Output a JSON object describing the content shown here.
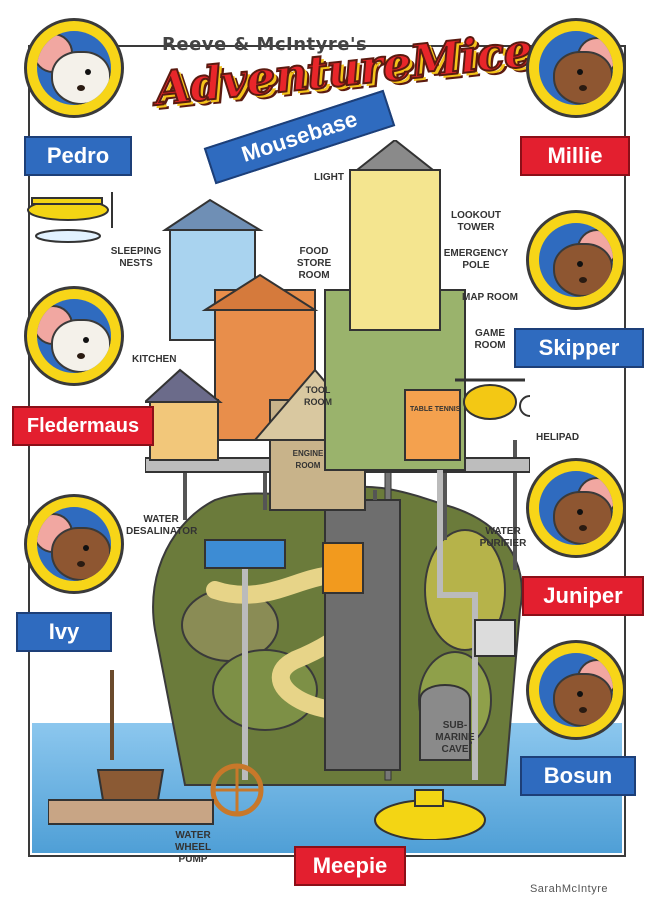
{
  "header": {
    "byline": "Reeve & McIntyre's",
    "title": "AdventureMice",
    "subtitle": "Mousebase"
  },
  "characters": [
    {
      "name": "Pedro"
    },
    {
      "name": "Millie"
    },
    {
      "name": "Skipper"
    },
    {
      "name": "Fledermaus"
    },
    {
      "name": "Juniper"
    },
    {
      "name": "Ivy"
    },
    {
      "name": "Bosun"
    },
    {
      "name": "Meepie"
    }
  ],
  "rooms": {
    "light": "Light",
    "lookout_tower": "Lookout Tower",
    "sleeping_nests": "Sleeping Nests",
    "food_store_room": "Food Store Room",
    "emergency_pole": "Emergency Pole",
    "map_room": "Map Room",
    "game_room": "Game Room",
    "kitchen": "Kitchen",
    "tool_room": "Tool Room",
    "table_tennis": "Table Tennis",
    "engine_room": "Engine Room",
    "helipad": "Helipad",
    "water_desalinator": "Water Desalinator",
    "water_purifier": "Water Purifier",
    "submarine_cave": "Sub-marine Cave",
    "water_wheel_pump": "Water Wheel Pump"
  },
  "signature": "SarahMcIntyre",
  "colors": {
    "title_red": "#e8262a",
    "title_yellow": "#f4c41a",
    "banner_blue": "#2f6bbf",
    "banner_red": "#e31f2f",
    "portrait_yellow": "#f7d518",
    "sea_blue": "#4f9fd6"
  }
}
